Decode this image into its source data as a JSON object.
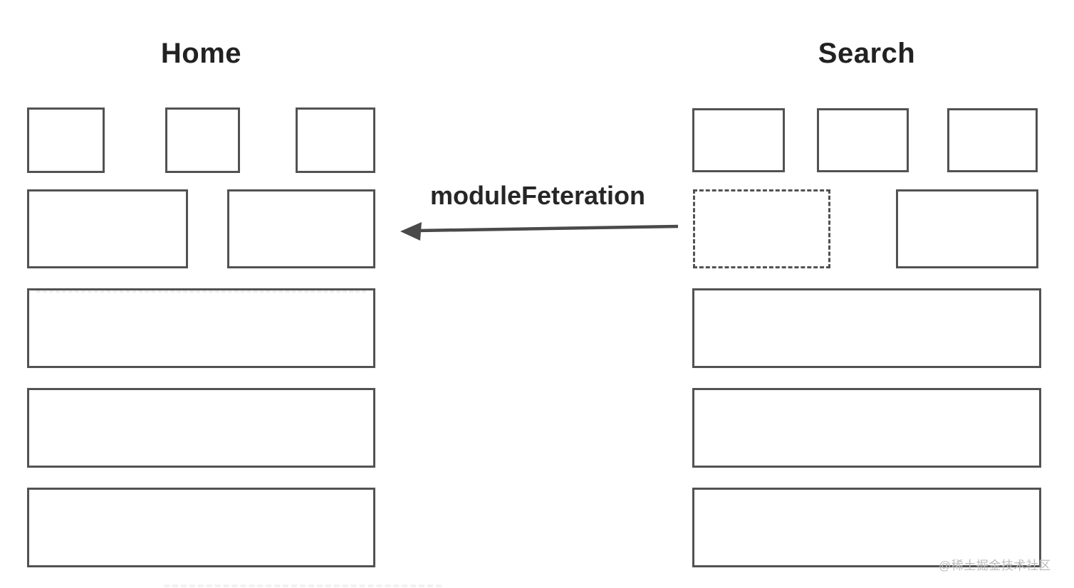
{
  "diagram": {
    "type": "wireframe-module-federation",
    "left_app": {
      "title": "Home",
      "box_rows": [
        {
          "row": "top",
          "count": 3,
          "style": "small solid"
        },
        {
          "row": "middle",
          "count": 2,
          "style": "medium solid"
        },
        {
          "row": "stack",
          "count": 3,
          "style": "full-width solid"
        }
      ]
    },
    "right_app": {
      "title": "Search",
      "box_rows": [
        {
          "row": "top",
          "count": 3,
          "style": "small solid"
        },
        {
          "row": "middle",
          "count": 2,
          "style": "first dashed (shared module), second solid"
        },
        {
          "row": "stack",
          "count": 3,
          "style": "full-width solid"
        }
      ]
    },
    "arrow": {
      "label": "moduleFeteration",
      "direction": "from Search dashed module to Home"
    },
    "colors": {
      "background": "#ffffff",
      "box_border": "#525252",
      "arrow": "#4a4a4a",
      "title_text": "#222222",
      "watermark_text": "#bcbcbc"
    }
  },
  "watermark": {
    "text": "@稀土掘金技术社区"
  }
}
